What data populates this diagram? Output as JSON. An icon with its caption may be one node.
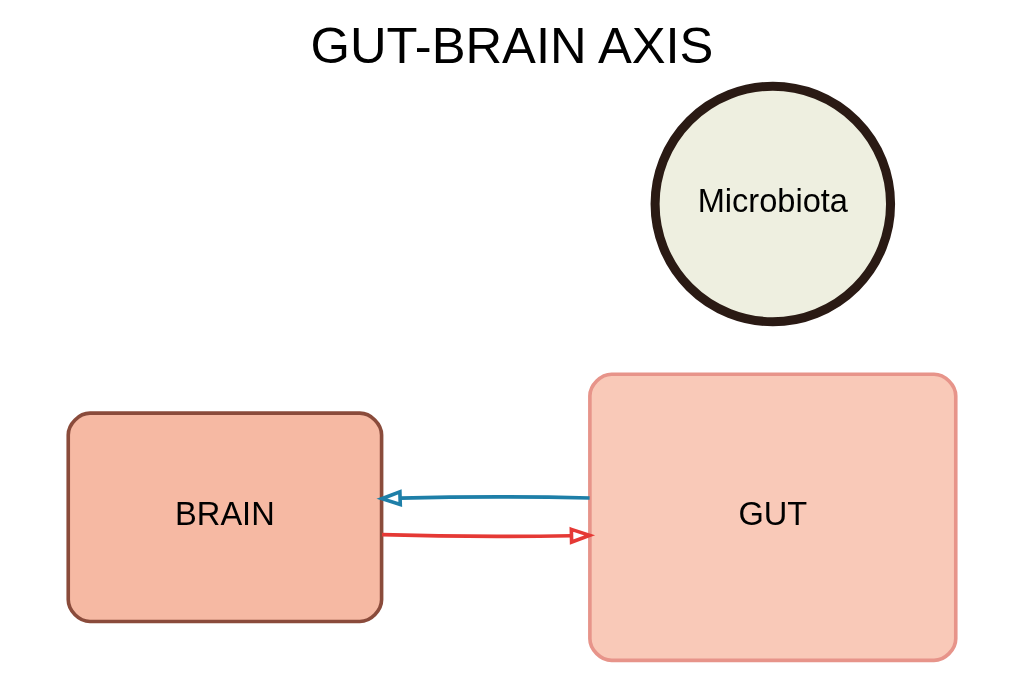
{
  "diagram": {
    "title": "GUT-BRAIN AXIS",
    "nodes": [
      {
        "text": [
          "BRAIN"
        ]
      },
      {
        "text": [
          "GUT"
        ]
      },
      {
        "text": [
          "Microbiota"
        ]
      }
    ],
    "edges": [
      {
        "from": 0,
        "to": 1,
        "arrow": "to",
        "color": "#e53935"
      },
      {
        "from": 1,
        "to": 0,
        "arrow": "to",
        "color": "#1e7fa8"
      }
    ]
  }
}
